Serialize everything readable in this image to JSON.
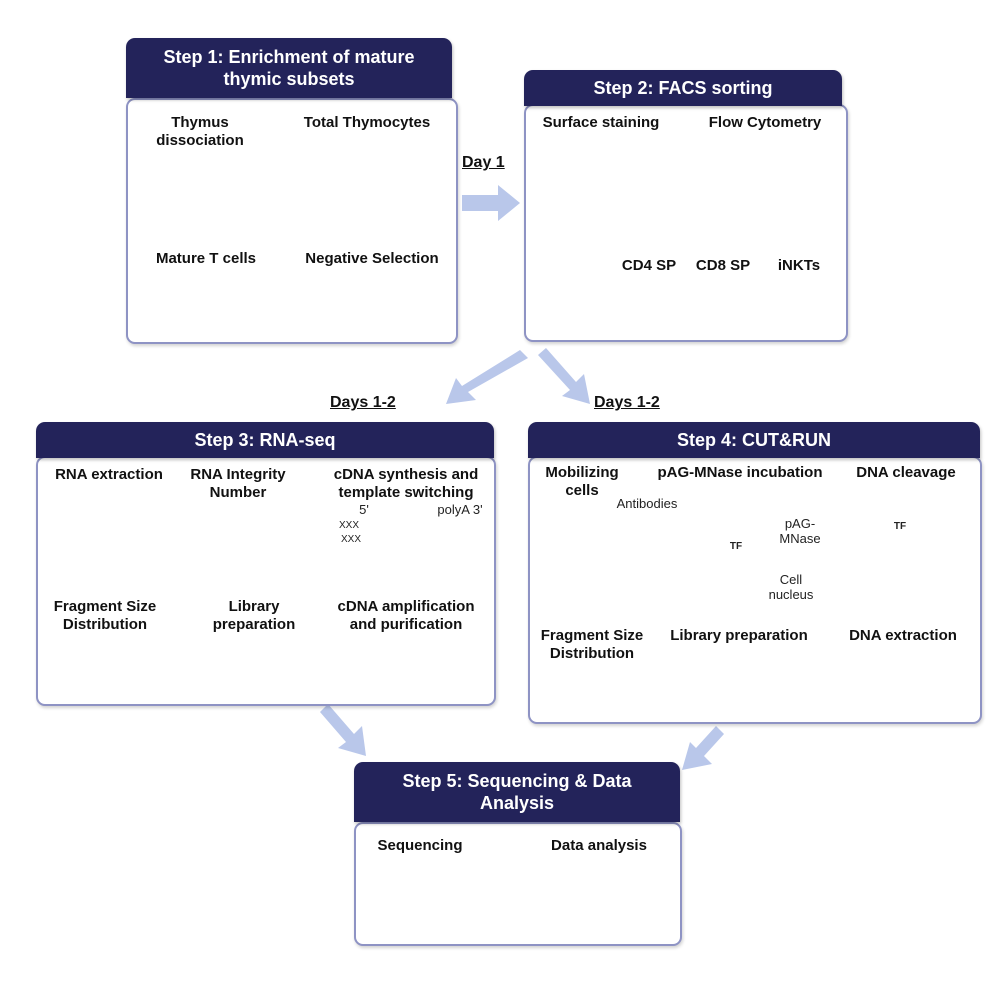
{
  "colors": {
    "header": "#23235a",
    "panel_border": "#8e93c4",
    "flow_arrow": "#b9c7ea",
    "arrow": "#111111"
  },
  "days": {
    "day1": "Day 1",
    "days12_left": "Days 1-2",
    "days12_right": "Days 1-2"
  },
  "step1": {
    "title": "Step 1: Enrichment of mature thymic subsets",
    "thymus_dissociation": "Thymus dissociation",
    "total_thymocytes": "Total Thymocytes",
    "negative_selection": "Negative Selection",
    "mature_t_cells": "Mature T cells"
  },
  "step2": {
    "title": "Step 2: FACS sorting",
    "surface_staining": "Surface staining",
    "flow_cytometry": "Flow Cytometry",
    "cd4": "CD4 SP",
    "cd8": "CD8 SP",
    "inkt": "iNKTs"
  },
  "step3": {
    "title": "Step 3: RNA-seq",
    "rna_extraction": "RNA extraction",
    "rin": "RNA Integrity Number",
    "cdna_synthesis": "cDNA synthesis and template switching",
    "five_prime": "5'",
    "polya": "polyA 3'",
    "xxx1": "XXX",
    "xxx2": "XXX",
    "amplification": "cDNA amplification and purification",
    "library": "Library preparation",
    "fragment": "Fragment Size Distribution"
  },
  "step4": {
    "title": "Step 4: CUT&RUN",
    "mobilizing": "Mobilizing cells",
    "pag_incubation": "pAG-MNase incubation",
    "dna_cleavage": "DNA cleavage",
    "antibodies": "Antibodies",
    "pag_mnase": "pAG- MNase",
    "cell_nucleus": "Cell nucleus",
    "tf1": "TF",
    "tf2": "TF",
    "dna_extraction": "DNA extraction",
    "library": "Library preparation",
    "fragment": "Fragment Size Distribution"
  },
  "step5": {
    "title": "Step 5: Sequencing & Data Analysis",
    "sequencing": "Sequencing",
    "data_analysis": "Data analysis"
  }
}
